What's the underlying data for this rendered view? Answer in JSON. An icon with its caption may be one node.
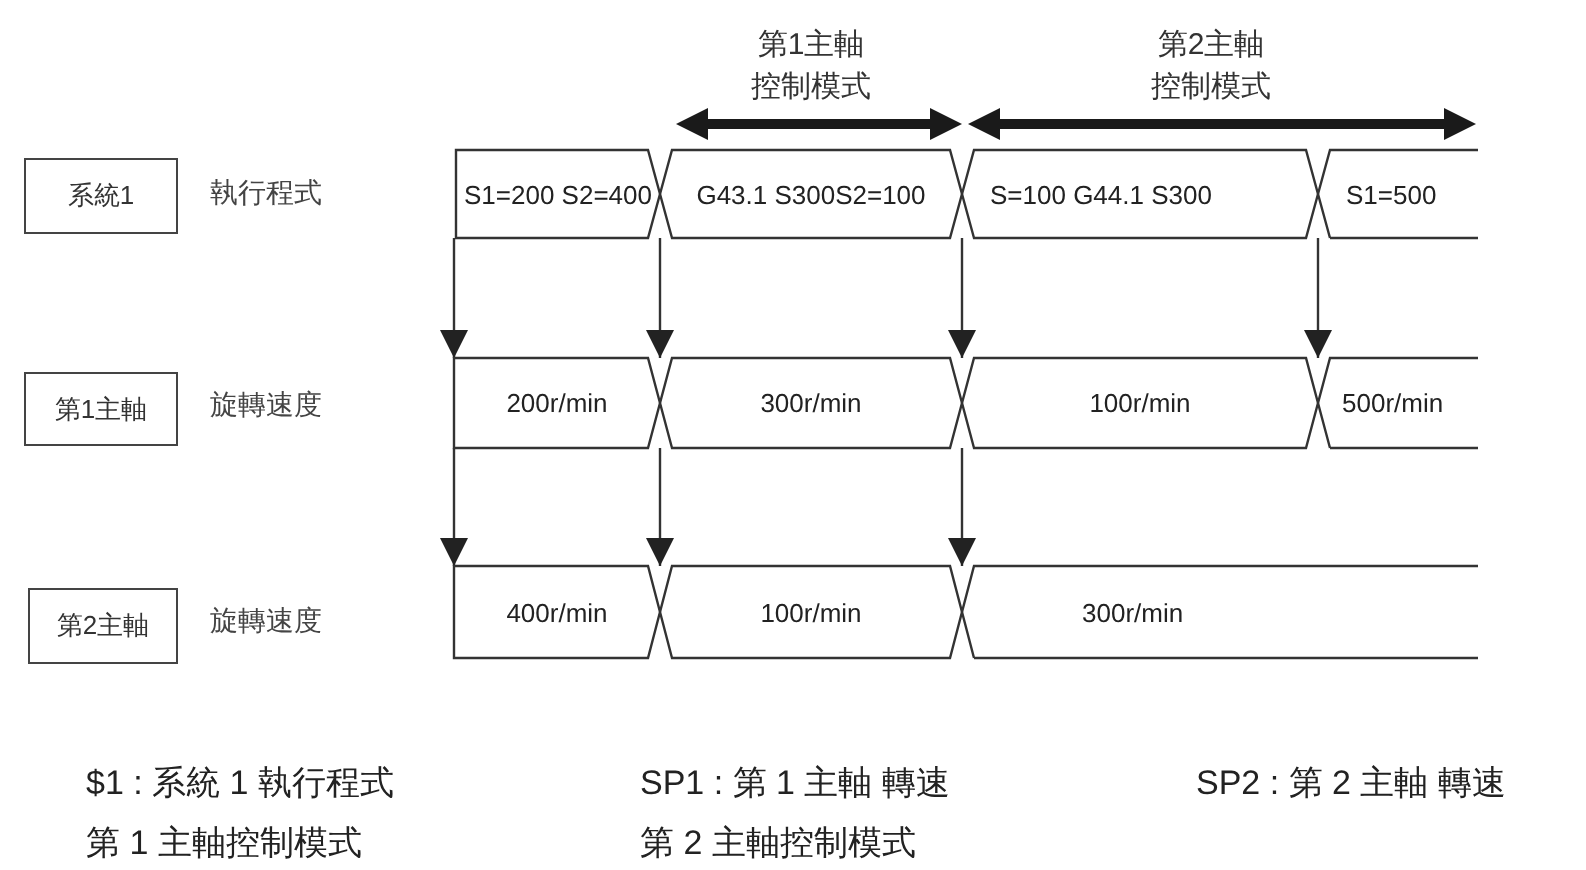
{
  "diagram": {
    "nodes": [
      {
        "text": [
          "系統1"
        ],
        "beside": [
          "執行程式"
        ]
      },
      {
        "text": [
          "S1=200 S2=400"
        ]
      },
      {
        "text": [
          "G43.1 S300S2=100"
        ]
      },
      {
        "text": [
          "S=100 G44.1 S300"
        ]
      },
      {
        "text": [
          "S1=500"
        ]
      },
      {
        "text": [
          "第1主軸"
        ],
        "beside": [
          "旋轉速度"
        ]
      },
      {
        "text": [
          "200r/min"
        ]
      },
      {
        "text": [
          "300r/min"
        ]
      },
      {
        "text": [
          "100r/min"
        ]
      },
      {
        "text": [
          "500r/min"
        ]
      },
      {
        "text": [
          "第2主軸"
        ],
        "beside": [
          "旋轉速度"
        ]
      },
      {
        "text": [
          "400r/min"
        ]
      },
      {
        "text": [
          "100r/min"
        ]
      },
      {
        "text": [
          "300r/min"
        ]
      }
    ],
    "edges": [
      {
        "from": 1,
        "to": 6,
        "arrow": "to"
      },
      {
        "from": 2,
        "to": 7,
        "arrow": "to"
      },
      {
        "from": 3,
        "to": 8,
        "arrow": "to"
      },
      {
        "from": 4,
        "to": 9,
        "arrow": "to"
      },
      {
        "from": 6,
        "to": 11,
        "arrow": "to"
      },
      {
        "from": 7,
        "to": 12,
        "arrow": "to"
      },
      {
        "from": 8,
        "to": 13,
        "arrow": "to"
      }
    ],
    "labels": [
      "第1主軸控制模式",
      "第2主軸控制模式",
      "$1 : 系統 1 執行程式",
      "SP1 : 第 1 主軸 轉速",
      "SP2 : 第 2 主軸 轉速",
      "第 1 主軸控制模式",
      "第 2 主軸控制模式"
    ]
  }
}
